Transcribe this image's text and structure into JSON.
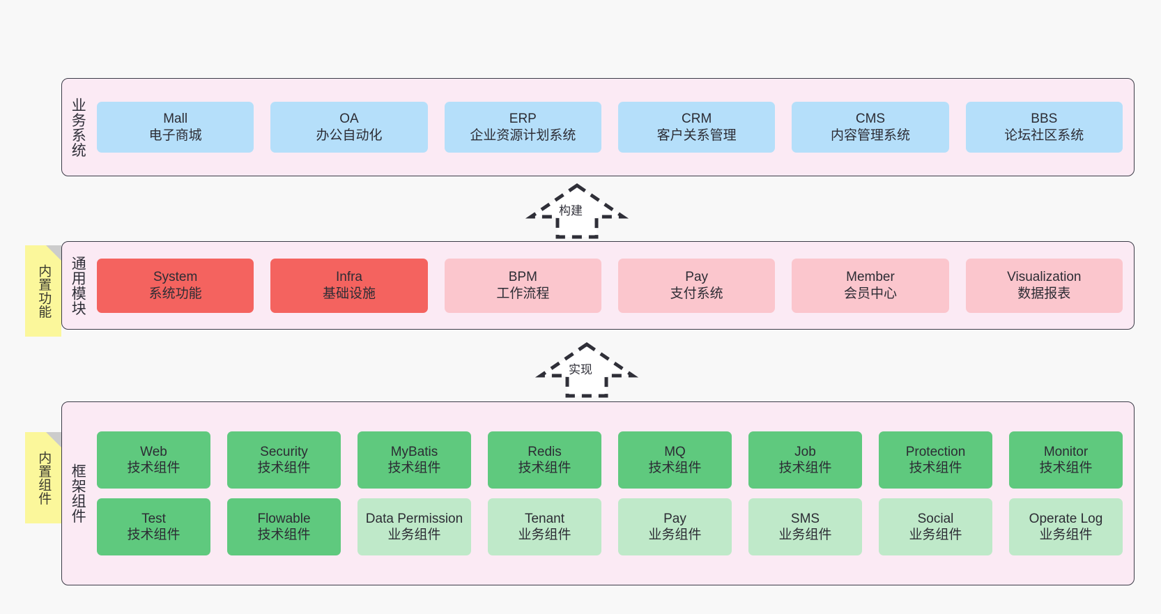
{
  "diagram": {
    "background_color": "#f8f8f8",
    "panel_color": "#fbeaf4",
    "panel_border_color": "#3b3b47"
  },
  "layers": [
    {
      "caption": "业务系统",
      "note": null,
      "rows": [
        {
          "nodes": [
            {
              "title": "Mall",
              "sub": "电子商城",
              "color": "blue"
            },
            {
              "title": "OA",
              "sub": "办公自动化",
              "color": "blue"
            },
            {
              "title": "ERP",
              "sub": "企业资源计划系统",
              "color": "blue"
            },
            {
              "title": "CRM",
              "sub": "客户关系管理",
              "color": "blue"
            },
            {
              "title": "CMS",
              "sub": "内容管理系统",
              "color": "blue"
            },
            {
              "title": "BBS",
              "sub": "论坛社区系统",
              "color": "blue"
            }
          ]
        }
      ]
    },
    {
      "caption": "通用模块",
      "note": {
        "text": "内置功能",
        "color": "#fbf79b",
        "fold_color": "#cccccc"
      },
      "rows": [
        {
          "nodes": [
            {
              "title": "System",
              "sub": "系统功能",
              "color": "red"
            },
            {
              "title": "Infra",
              "sub": "基础设施",
              "color": "red"
            },
            {
              "title": "BPM",
              "sub": "工作流程",
              "color": "pink"
            },
            {
              "title": "Pay",
              "sub": "支付系统",
              "color": "pink"
            },
            {
              "title": "Member",
              "sub": "会员中心",
              "color": "pink"
            },
            {
              "title": "Visualization",
              "sub": "数据报表",
              "color": "pink"
            }
          ]
        }
      ]
    },
    {
      "caption": "框架组件",
      "note": {
        "text": "内置组件",
        "color": "#fbf79b",
        "fold_color": "#cccccc"
      },
      "rows": [
        {
          "nodes": [
            {
              "title": "Web",
              "sub": "技术组件",
              "color": "green"
            },
            {
              "title": "Security",
              "sub": "技术组件",
              "color": "green"
            },
            {
              "title": "MyBatis",
              "sub": "技术组件",
              "color": "green"
            },
            {
              "title": "Redis",
              "sub": "技术组件",
              "color": "green"
            },
            {
              "title": "MQ",
              "sub": "技术组件",
              "color": "green"
            },
            {
              "title": "Job",
              "sub": "技术组件",
              "color": "green"
            },
            {
              "title": "Protection",
              "sub": "技术组件",
              "color": "green"
            },
            {
              "title": "Monitor",
              "sub": "技术组件",
              "color": "green"
            }
          ]
        },
        {
          "nodes": [
            {
              "title": "Test",
              "sub": "技术组件",
              "color": "green"
            },
            {
              "title": "Flowable",
              "sub": "技术组件",
              "color": "green"
            },
            {
              "title": "Data Permission",
              "sub": "业务组件",
              "color": "green-light"
            },
            {
              "title": "Tenant",
              "sub": "业务组件",
              "color": "green-light"
            },
            {
              "title": "Pay",
              "sub": "业务组件",
              "color": "green-light"
            },
            {
              "title": "SMS",
              "sub": "业务组件",
              "color": "green-light"
            },
            {
              "title": "Social",
              "sub": "业务组件",
              "color": "green-light"
            },
            {
              "title": "Operate Log",
              "sub": "业务组件",
              "color": "green-light"
            }
          ]
        }
      ]
    }
  ],
  "arrows": [
    {
      "label": "构建",
      "style": "dashed-hollow-up"
    },
    {
      "label": "实现",
      "style": "dashed-hollow-up"
    }
  ]
}
